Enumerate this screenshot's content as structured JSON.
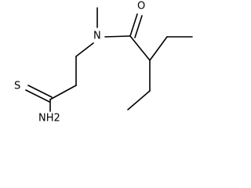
{
  "molecule": {
    "atoms": {
      "thioamide_sulfur": "S",
      "thioamide_amine": "NH2",
      "amide_nitrogen": "N",
      "amide_oxygen": "O"
    }
  }
}
